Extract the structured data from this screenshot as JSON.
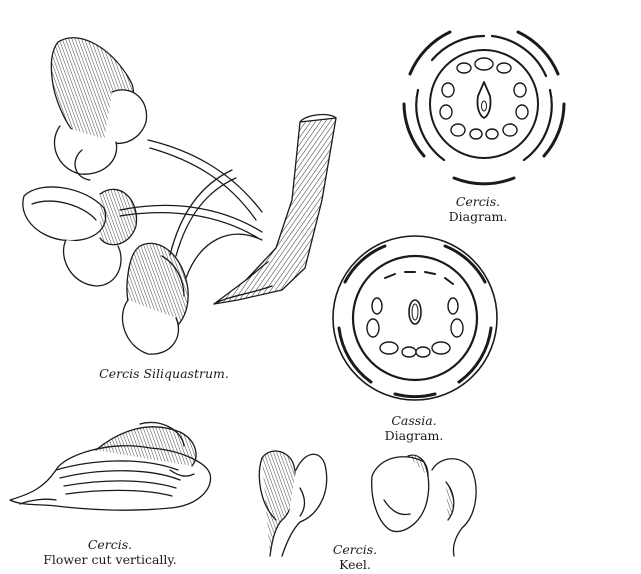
{
  "figures": {
    "cercis_siliquastrum": {
      "name": "Cercis Siliquastrum."
    },
    "cercis_diagram": {
      "genus": "Cercis.",
      "label": "Diagram."
    },
    "cassia_diagram": {
      "genus": "Cassia.",
      "label": "Diagram."
    },
    "cercis_section": {
      "genus": "Cercis.",
      "label": "Flower cut vertically."
    },
    "cercis_keel": {
      "genus": "Cercis.",
      "label": "Keel."
    }
  },
  "colors": {
    "ink": "#1a1a1a",
    "paper": "#ffffff"
  }
}
